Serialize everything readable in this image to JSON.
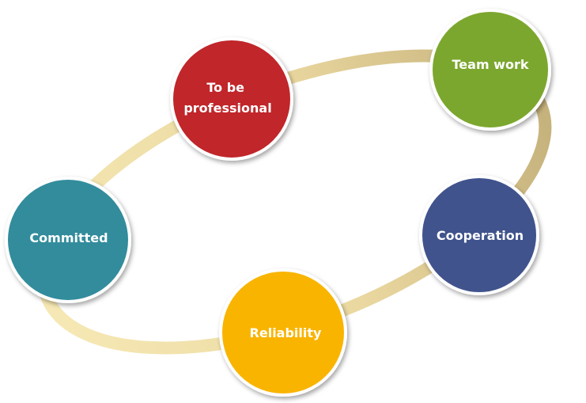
{
  "diagram": {
    "nodes": [
      {
        "id": "team-work",
        "lines": [
          "Team work"
        ],
        "color": "#7ba72e"
      },
      {
        "id": "to-be-professional",
        "lines": [
          "To be",
          "professional"
        ],
        "color": "#c0282b"
      },
      {
        "id": "committed",
        "lines": [
          "Committed"
        ],
        "color": "#338c9c"
      },
      {
        "id": "reliability",
        "lines": [
          "Reliability"
        ],
        "color": "#f9b400"
      },
      {
        "id": "cooperation",
        "lines": [
          "Cooperation"
        ],
        "color": "#3f538d"
      }
    ],
    "ring_colors": {
      "light": "#f6e8b4",
      "dark": "#c6b27c"
    }
  }
}
